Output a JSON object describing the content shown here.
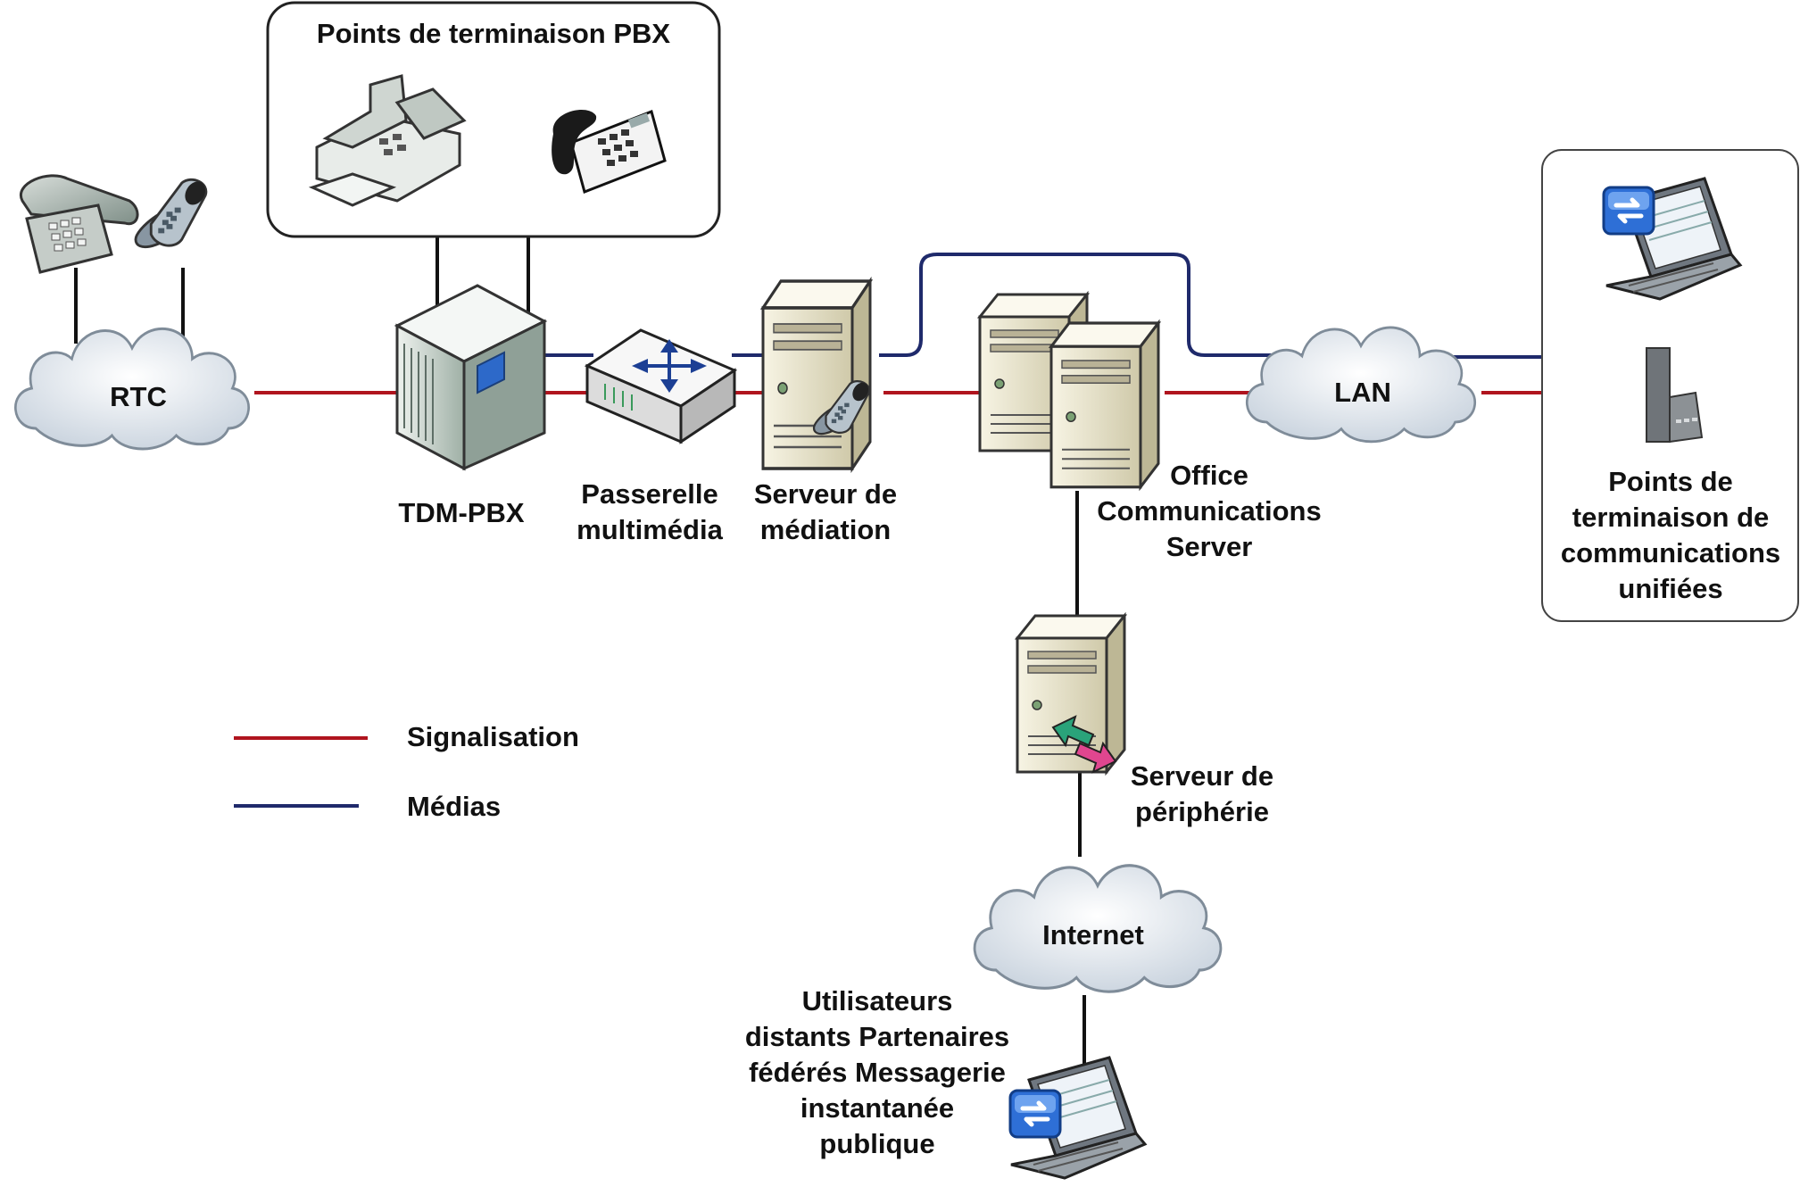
{
  "legend": {
    "signal": "Signalisation",
    "media": "Médias"
  },
  "colors": {
    "signal_line": "#b0141e",
    "media_line": "#1f2a6b",
    "box_border": "#222222",
    "cloud_fill": "#dfe6ee",
    "server_body": "#e9e4cc"
  },
  "labels": {
    "pbx_box_title": "Points de terminaison PBX",
    "rtc": "RTC",
    "tdm_pbx": "TDM-PBX",
    "gateway_line1": "Passerelle",
    "gateway_line2": "multimédia",
    "mediation_line1": "Serveur de",
    "mediation_line2": "médiation",
    "ocs_line1": "Office",
    "ocs_line2": "Communications",
    "ocs_line3": "Server",
    "lan": "LAN",
    "uc_line1": "Points de",
    "uc_line2": "terminaison de",
    "uc_line3": "communications",
    "uc_line4": "unifiées",
    "edge_line1": "Serveur de",
    "edge_line2": "périphérie",
    "internet": "Internet",
    "remote_line1": "Utilisateurs",
    "remote_line2": "distants Partenaires",
    "remote_line3": "fédérés Messagerie",
    "remote_line4": "instantanée",
    "remote_line5": "publique"
  }
}
